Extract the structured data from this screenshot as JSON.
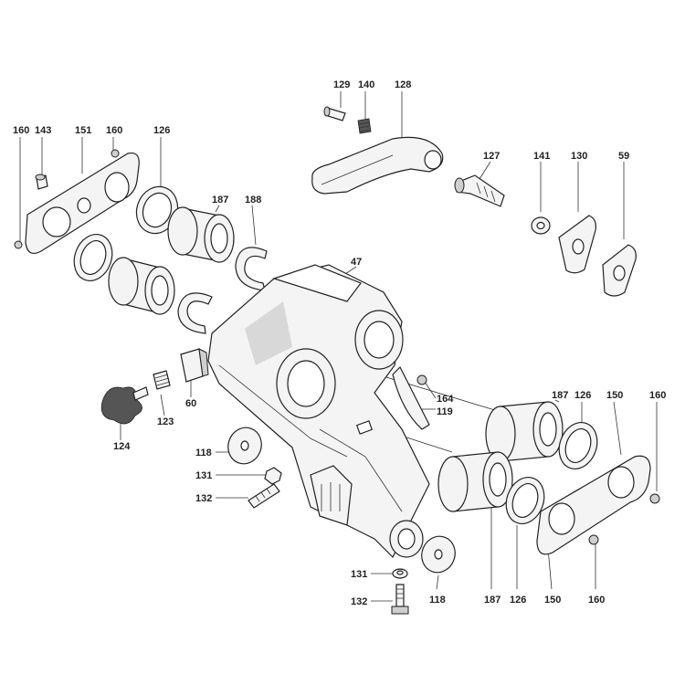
{
  "diagram": {
    "callouts": [
      "160",
      "143",
      "151",
      "160",
      "126",
      "187",
      "188",
      "129",
      "140",
      "128",
      "127",
      "141",
      "130",
      "59",
      "47",
      "60",
      "124",
      "123",
      "164",
      "119",
      "118",
      "131",
      "132",
      "187",
      "126",
      "150",
      "160",
      "131",
      "132",
      "118",
      "187",
      "126",
      "150",
      "160"
    ]
  }
}
